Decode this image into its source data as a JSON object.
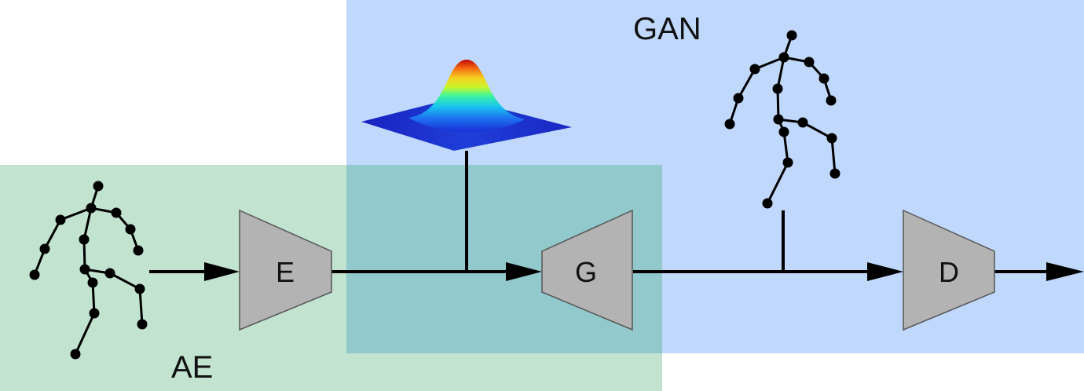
{
  "regions": {
    "gan": {
      "label": "GAN",
      "color": "#c0d8fb"
    },
    "ae": {
      "label": "AE",
      "color": "#c2e3d0"
    },
    "overlap": {
      "color": "#92c9cc"
    }
  },
  "blocks": {
    "encoder": {
      "label": "E"
    },
    "generator": {
      "label": "G"
    },
    "discriminator": {
      "label": "D"
    },
    "fill_color": "#b3b3b3"
  },
  "icons": {
    "input_pose": "stick-figure-pose-icon",
    "generated_pose": "stick-figure-pose-icon",
    "latent_prior": "gaussian-distribution-surface-icon"
  }
}
